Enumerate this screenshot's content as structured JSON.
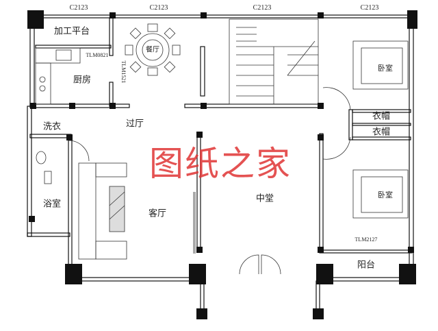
{
  "windows": [
    "C2123",
    "C2123",
    "C2123",
    "C2123"
  ],
  "doors": {
    "kitchen_door": "TLM0821",
    "dining_door": "TLM1521",
    "balcony_door": "TLM2127"
  },
  "rooms": {
    "processing_platform": "加工平台",
    "kitchen": "厨房",
    "dining": "餐厅",
    "hall": "过厅",
    "laundry": "洗衣",
    "bathroom": "浴室",
    "living": "客厅",
    "central_hall": "中堂",
    "bedroom_1": "卧室",
    "closet_1": "衣帽",
    "closet_2": "衣帽",
    "bedroom_2": "卧室",
    "balcony": "阳台"
  },
  "watermark": "图纸之家",
  "colors": {
    "watermark": "#e03535",
    "walls": "#111111"
  }
}
